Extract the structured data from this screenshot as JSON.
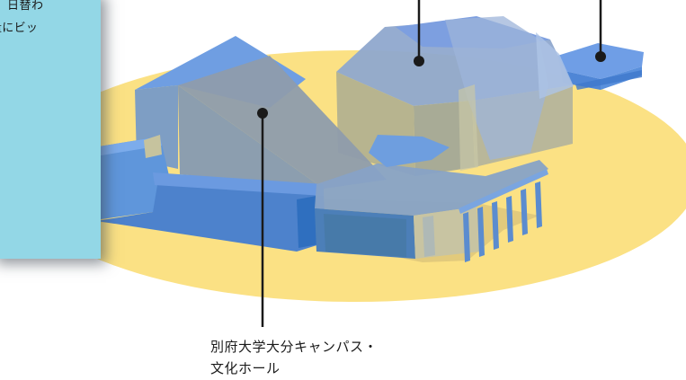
{
  "info_panel": {
    "line1": "日替わ",
    "line2": "量にビッ"
  },
  "callout": {
    "label_line1": "別府大学大分キャンパス・",
    "label_line2": "文化ホール"
  },
  "colors": {
    "site_ellipse": "#fbe184",
    "building_blue": "#5b8fd6",
    "building_gray": "#8a9aa6",
    "panel": "#93d7e6",
    "marker": "#1a1a1a"
  }
}
